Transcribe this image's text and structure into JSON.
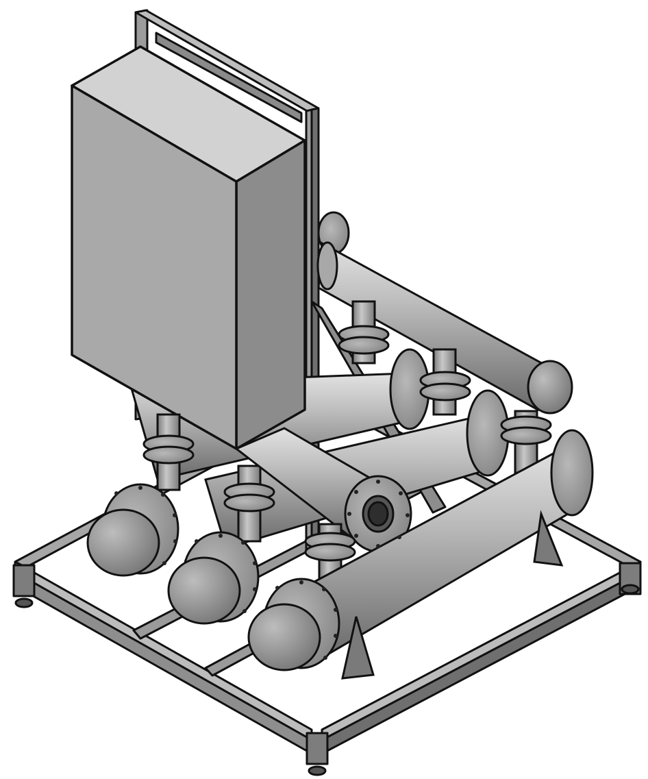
{
  "scene": {
    "subject": "skid-mounted-uv-reactor-assembly",
    "style": "grayscale-cad-render",
    "colors": {
      "background": "#ffffff",
      "outline": "#111111",
      "metal_light": "#cfcfcf",
      "metal_mid": "#9a9a9a",
      "metal_dark": "#5c5c5c",
      "enclosure_front": "#a9a9a9",
      "enclosure_side": "#8c8c8c",
      "enclosure_top": "#d2d2d2"
    },
    "components": {
      "frame": "base-skid-frame",
      "mast": "vertical-mast-frame",
      "enclosure": "control-panel-enclosure",
      "header": "upper-header-pipe",
      "reactors": [
        "reactor-vessel-1",
        "reactor-vessel-2",
        "reactor-vessel-3"
      ],
      "outlet": "flanged-outlet"
    }
  }
}
